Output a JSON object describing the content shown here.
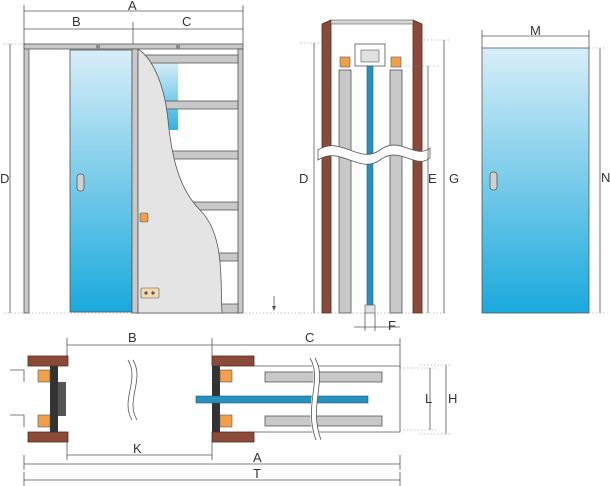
{
  "labels": {
    "a_top": "A",
    "b_top": "B",
    "c_top": "C",
    "d_left": "D",
    "d_side": "D",
    "e_side": "E",
    "g_side": "G",
    "f_side": "F",
    "m_door": "M",
    "n_door": "N",
    "b_plan": "B",
    "c_plan": "C",
    "k_plan": "K",
    "l_plan": "L",
    "h_plan": "H",
    "a_plan": "A",
    "t_plan": "T"
  },
  "colors": {
    "wood": "#8a4a3a",
    "frame": "#c8c8c8",
    "glass_top": "#d8eef8",
    "glass_bottom": "#1aa9dc",
    "accent_orange": "#f0a04a",
    "rail_blue": "#2a8fbf"
  }
}
